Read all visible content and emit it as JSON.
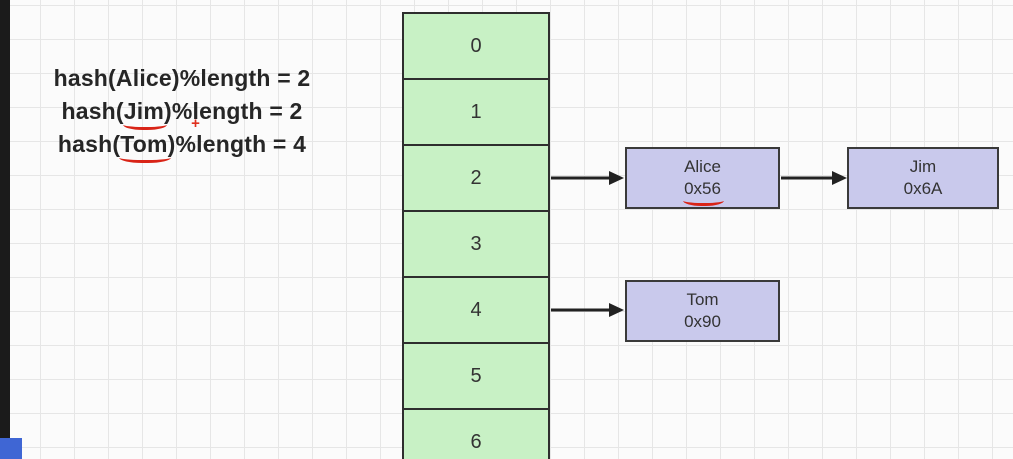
{
  "notes": {
    "line1": {
      "pre": "hash(",
      "name": "Alice",
      "post": ")%length = 2"
    },
    "line2": {
      "pre": "hash(",
      "name": "Jim",
      "post": ")%length = 2"
    },
    "line3": {
      "pre": "hash(",
      "name": "Tom",
      "mid": ")%",
      "post": "length = 4"
    }
  },
  "hash_array": {
    "cells": [
      "0",
      "1",
      "2",
      "3",
      "4",
      "5",
      "6"
    ]
  },
  "nodes": [
    {
      "name": "Alice",
      "address": "0x56"
    },
    {
      "name": "Jim",
      "address": "0x6A"
    },
    {
      "name": "Tom",
      "address": "0x90"
    }
  ],
  "colors": {
    "array_cell_fill": "#c8f1c5",
    "node_fill": "#c9c9ec",
    "outline": "#2e2e2e",
    "annotation_red": "#d92417",
    "grid_line": "#e6e6e6",
    "edge_bar": "#1b1b1b",
    "corner_blue": "#3f66d4"
  }
}
